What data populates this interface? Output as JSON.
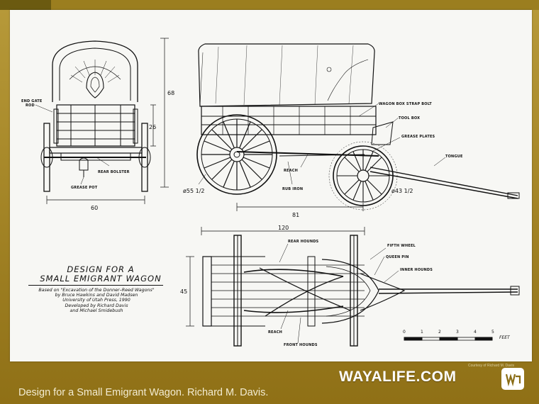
{
  "plaque": {
    "title_line1": "DESIGN FOR A",
    "title_line2": "SMALL EMIGRANT WAGON",
    "credits": [
      "Based on \"Excavation of the Donner–Reed Wagons\"",
      "by Bruce Hawkins and David Madsen",
      "University of Utah Press, 1990",
      "Developed by Richard Davis",
      "and Michael Smidebush"
    ]
  },
  "dimensions": {
    "height_total": "68",
    "box_height": "26",
    "front_width": "60",
    "rear_wheel": "ø55 1/2",
    "wheelbase": "81",
    "front_wheel": "ø43 1/2",
    "overall_length": "120",
    "plan_width": "45"
  },
  "labels": {
    "end_gate_rod_1": "END GATE",
    "end_gate_rod_2": "ROD",
    "rear_bolster": "REAR BOLSTER",
    "grease_pot": "GREASE POT",
    "wagon_box_strap_bolt": "WAGON BOX STRAP BOLT",
    "tool_box": "TOOL BOX",
    "grease_plates": "GREASE PLATES",
    "tongue": "TONGUE",
    "reach_side": "REACH",
    "rub_iron": "RUB IRON",
    "rear_hounds": "REAR HOUNDS",
    "fifth_wheel": "FIFTH WHEEL",
    "queen_pin": "QUEEN PIN",
    "inner_hounds": "INNER HOUNDS",
    "reach_plan": "REACH",
    "front_hounds": "FRONT HOUNDS"
  },
  "scale": {
    "ticks": [
      "0",
      "1",
      "2",
      "3",
      "4",
      "5"
    ],
    "unit": "FEET"
  },
  "courtesy": "Courtesy of Richard M. Davis",
  "caption": "Design for a Small Emigrant Wagon. Richard M. Davis.",
  "brand": "WAYALIFE.COM"
}
